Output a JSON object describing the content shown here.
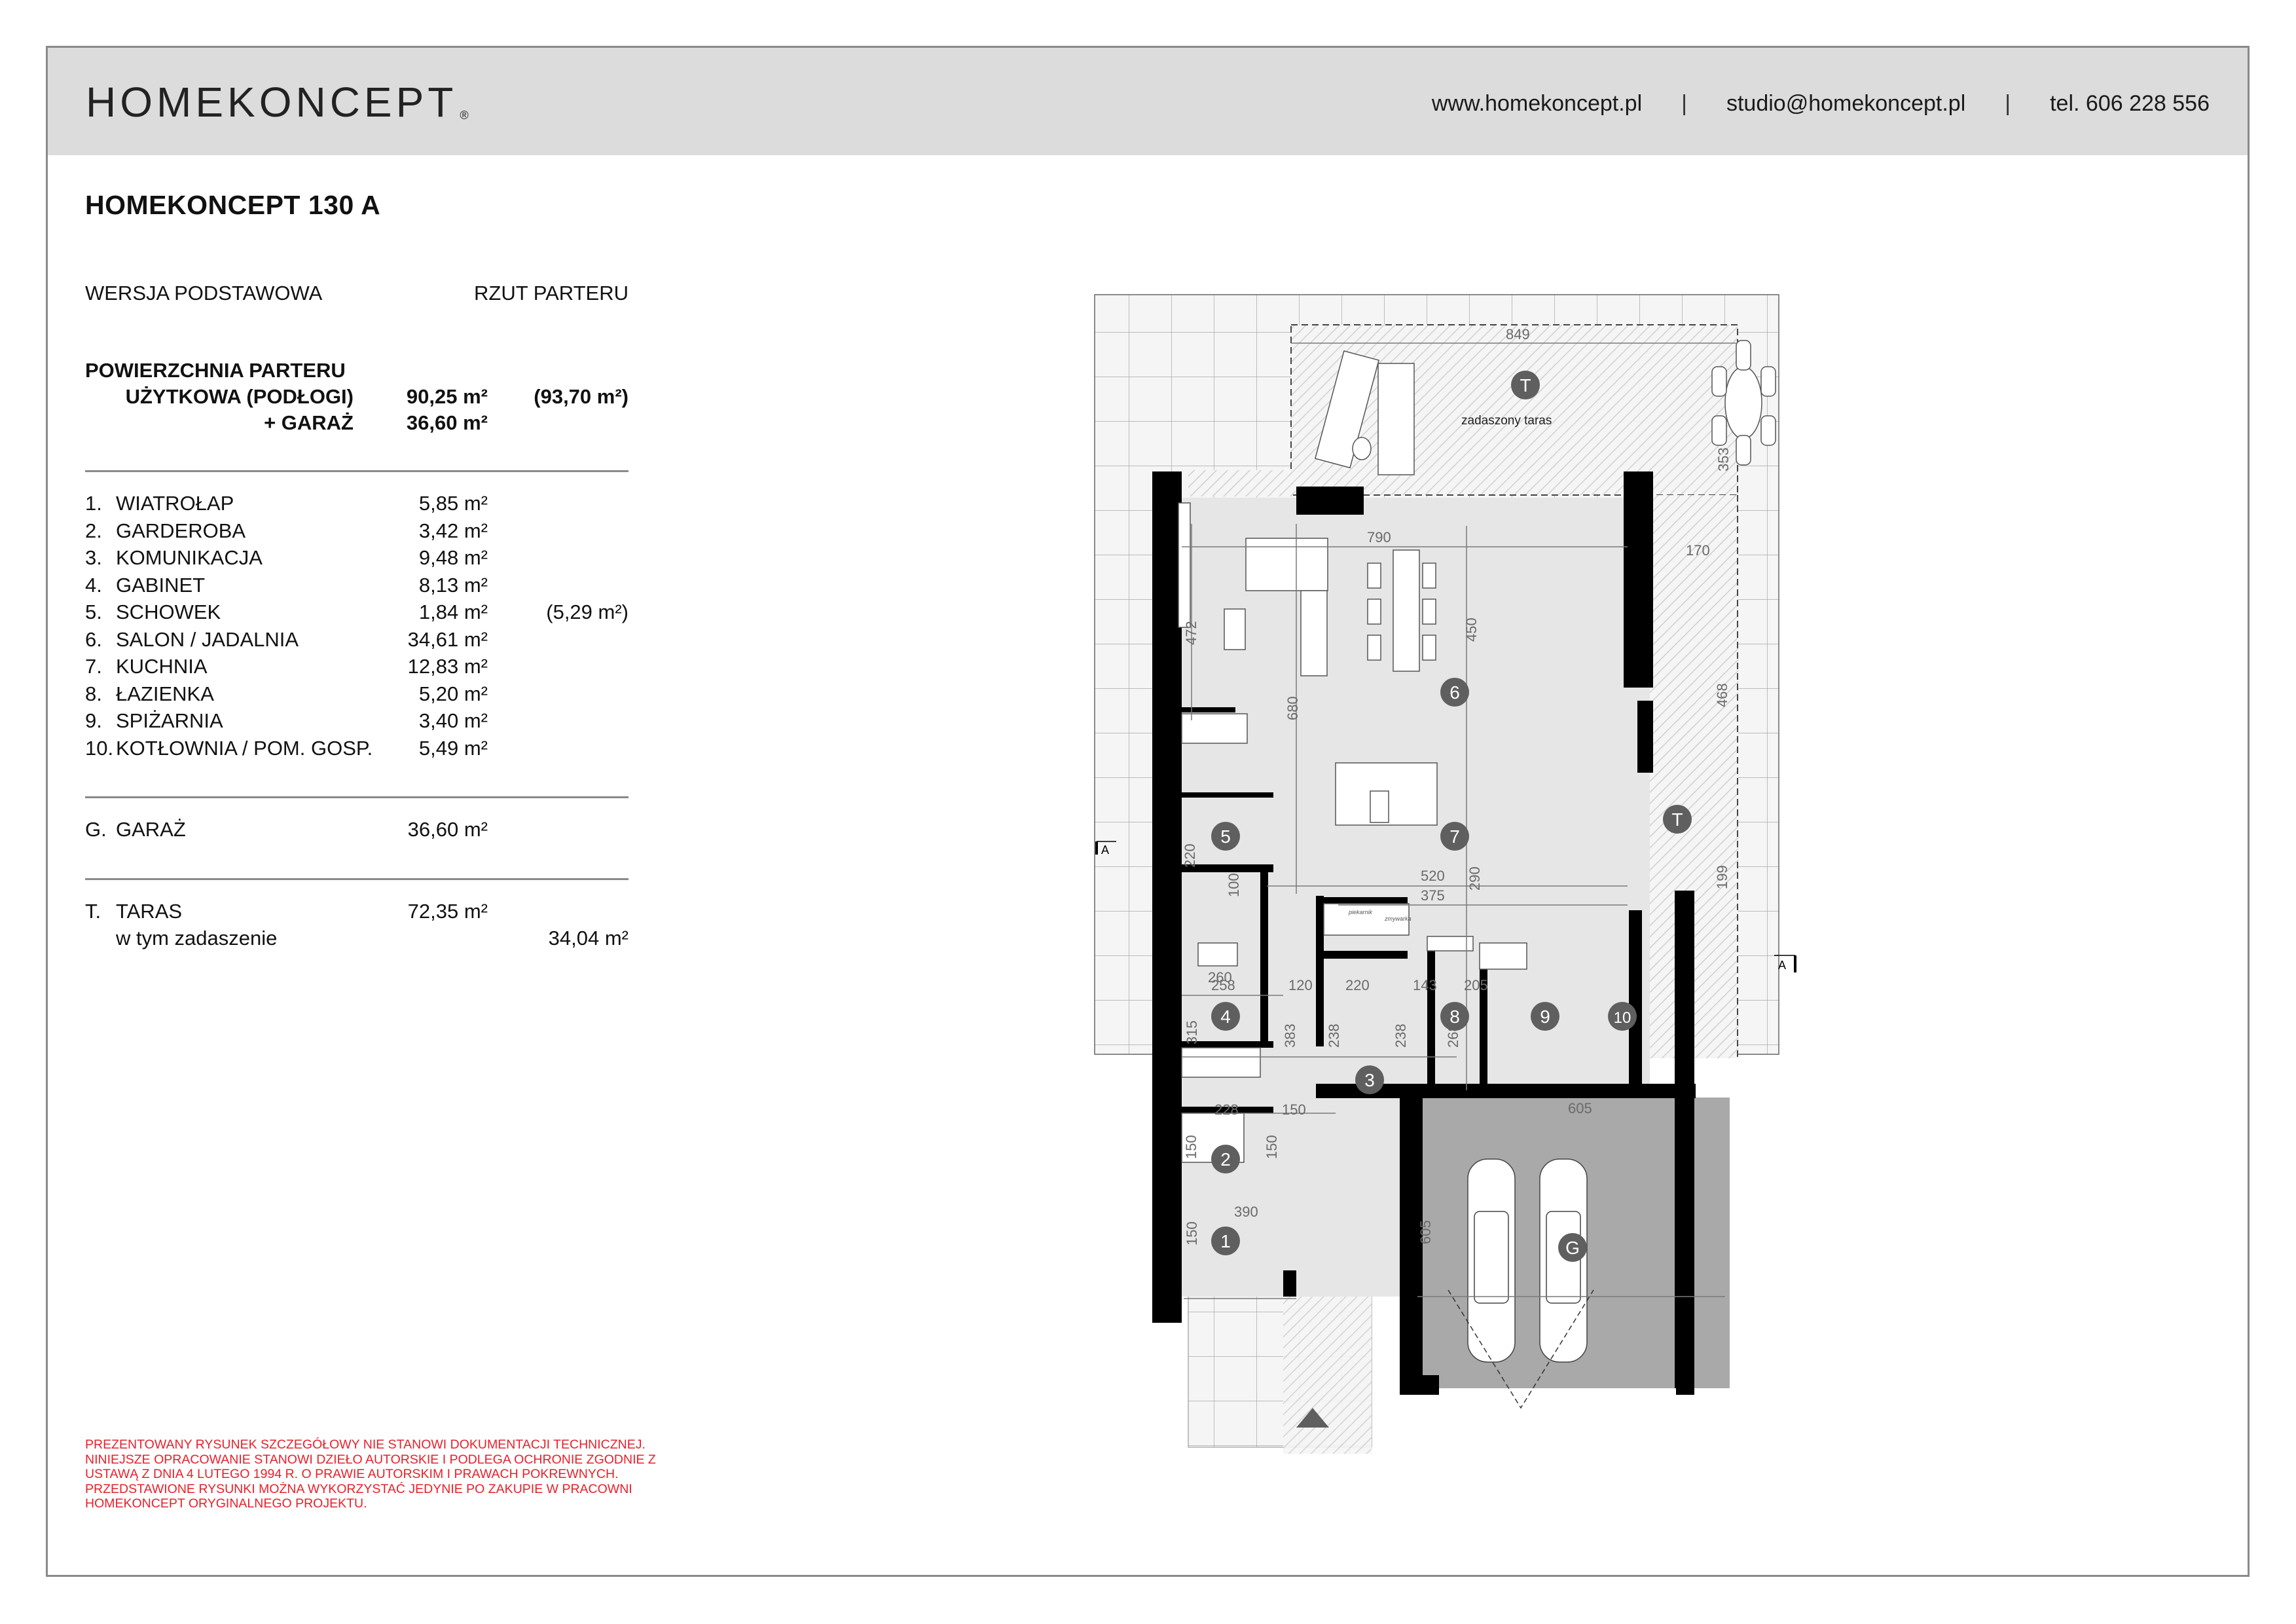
{
  "header": {
    "logo": "HOMEKONCEPT",
    "logo_mark": "®",
    "website": "www.homekoncept.pl",
    "email": "studio@homekoncept.pl",
    "phone": "tel. 606 228 556",
    "separator": "|"
  },
  "project": {
    "title": "HOMEKONCEPT 130 A",
    "version": "WERSJA PODSTAWOWA",
    "view": "RZUT PARTERU"
  },
  "summary": {
    "heading": "POWIERZCHNIA PARTERU",
    "usable_label": "UŻYTKOWA (PODŁOGI)",
    "usable_value": "90,25 m²",
    "usable_alt": "(93,70 m²)",
    "garage_label": "+ GARAŻ",
    "garage_value": "36,60 m²"
  },
  "rooms": [
    {
      "num": "1.",
      "name": "WIATROŁAP",
      "area": "5,85 m²",
      "extra": ""
    },
    {
      "num": "2.",
      "name": "GARDEROBA",
      "area": "3,42 m²",
      "extra": ""
    },
    {
      "num": "3.",
      "name": "KOMUNIKACJA",
      "area": "9,48 m²",
      "extra": ""
    },
    {
      "num": "4.",
      "name": "GABINET",
      "area": "8,13 m²",
      "extra": ""
    },
    {
      "num": "5.",
      "name": "SCHOWEK",
      "area": "1,84 m²",
      "extra": "(5,29 m²)"
    },
    {
      "num": "6.",
      "name": "SALON / JADALNIA",
      "area": "34,61 m²",
      "extra": ""
    },
    {
      "num": "7.",
      "name": "KUCHNIA",
      "area": "12,83 m²",
      "extra": ""
    },
    {
      "num": "8.",
      "name": "ŁAZIENKA",
      "area": "5,20 m²",
      "extra": ""
    },
    {
      "num": "9.",
      "name": "SPIŻARNIA",
      "area": "3,40 m²",
      "extra": ""
    },
    {
      "num": "10.",
      "name": "KOTŁOWNIA / POM. GOSP.",
      "area": "5,49 m²",
      "extra": ""
    }
  ],
  "garage": {
    "num": "G.",
    "name": "GARAŻ",
    "area": "36,60 m²"
  },
  "terrace": {
    "num": "T.",
    "name": "TARAS",
    "area": "72,35 m²",
    "sub_label": "w tym zadaszenie",
    "sub_area": "34,04 m²"
  },
  "notice": "PREZENTOWANY RYSUNEK SZCZEGÓŁOWY NIE STANOWI DOKUMENTACJI TECHNICZNEJ. NINIEJSZE OPRACOWANIE STANOWI DZIEŁO AUTORSKIE I PODLEGA OCHRONIE ZGODNIE Z USTAWĄ Z DNIA 4 LUTEGO 1994 R. O PRAWIE AUTORSKIM I PRAWACH POKREWNYCH. PRZEDSTAWIONE RYSUNKI MOŻNA WYKORZYSTAĆ JEDYNIE PO ZAKUPIE W PRACOWNI HOMEKONCEPT ORYGINALNEGO PROJEKTU.",
  "plan": {
    "terrace_label": "zadaszony taras",
    "section_marker": "A",
    "room_badges": [
      "1",
      "2",
      "3",
      "4",
      "5",
      "6",
      "7",
      "8",
      "9",
      "10",
      "G",
      "T",
      "T"
    ],
    "dimensions": {
      "terrace_width": "849",
      "terrace_depth": "353",
      "salon_width": "790",
      "salon_depth": "680",
      "salon_left": "472",
      "dining": "450",
      "side_terrace_width": "170",
      "side_terrace_depth": "468",
      "side_terrace_lower": "199",
      "kitchen_width": "520",
      "kitchen_inner": "375",
      "kitchen_depth": "290",
      "storage_depth": "220",
      "storage_width": "260",
      "stair_gap": "100",
      "office_width": "258",
      "office_depth": "315",
      "hall_width": "120",
      "hall_depth": "383",
      "bath_width": "220",
      "bath_depth": "238",
      "pantry_width": "143",
      "pantry_depth": "238",
      "boiler_width": "205",
      "boiler_depth": "268",
      "wardrobe_width": "228",
      "wardrobe_depth": "150",
      "hall_lower": "150",
      "hall_lower_v": "150",
      "entry_width": "390",
      "entry_depth": "150",
      "garage_width": "605",
      "garage_depth": "605"
    },
    "appliance_labels": {
      "oven": "piekarnik",
      "dishwasher": "zmywarka"
    }
  },
  "colors": {
    "header_bg": "#dcdcdc",
    "wall": "#000000",
    "floor": "#e6e6e6",
    "garage_floor": "#a9a9a9",
    "terrace": "#f5f5f5",
    "badge": "#5f5f5f",
    "notice": "#e8202a"
  }
}
